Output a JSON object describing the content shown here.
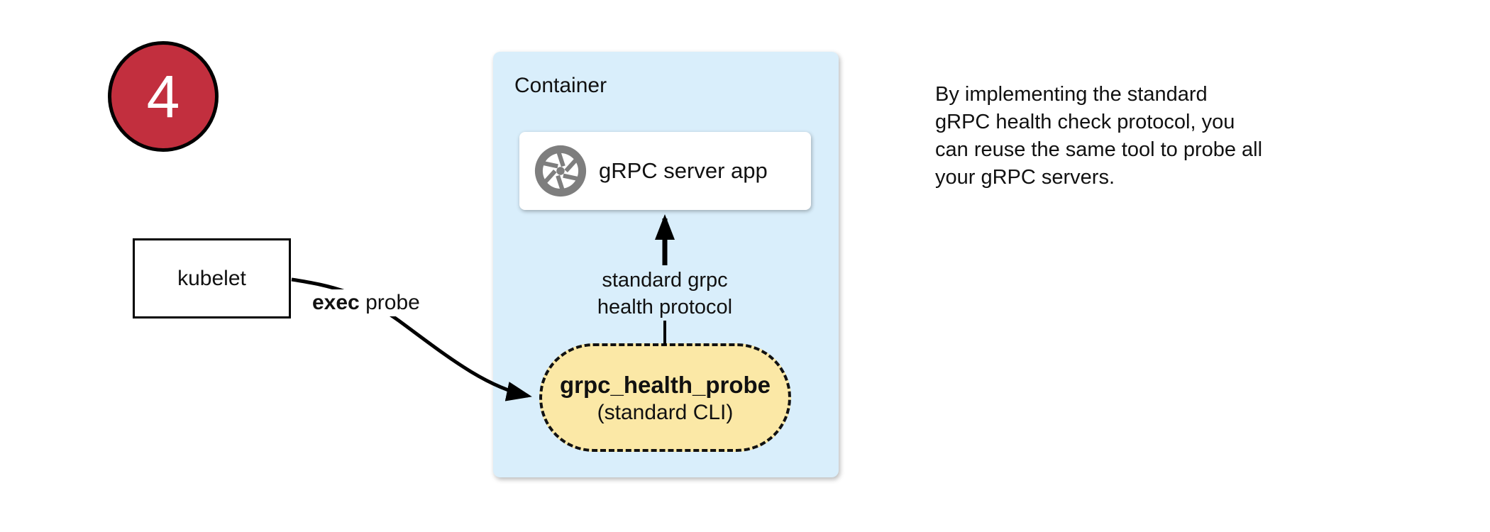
{
  "badge": {
    "number": "4",
    "fill": "#C22F3E"
  },
  "kubelet_box": {
    "label": "kubelet"
  },
  "exec_edge": {
    "bold": "exec",
    "rest": " probe"
  },
  "container": {
    "title": "Container",
    "fill": "#D9EEFB",
    "app_box": {
      "label": "gRPC server app",
      "icon": "aperture-icon",
      "icon_color": "#7E7E7E"
    },
    "protocol_edge": {
      "label": "standard grpc\nhealth protocol"
    },
    "probe_pill": {
      "name": "grpc_health_probe",
      "subtitle": "(standard CLI)",
      "fill": "#FBE8A6"
    }
  },
  "note": {
    "text": "By implementing the standard\ngRPC health check protocol, you\ncan reuse the same tool to probe all\nyour gRPC servers."
  },
  "line_color": "#000000"
}
